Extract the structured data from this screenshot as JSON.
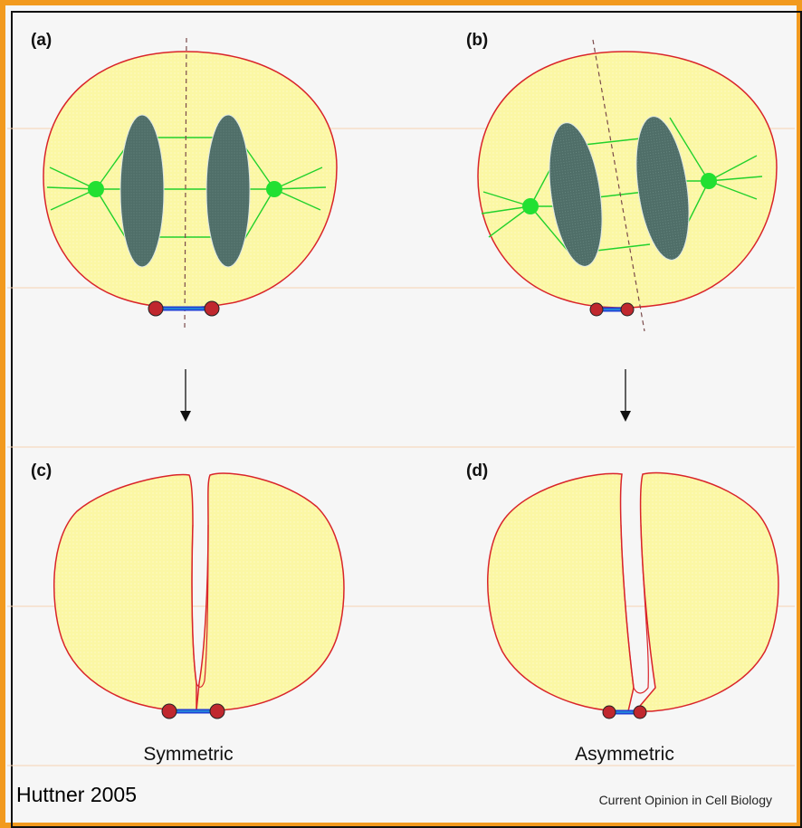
{
  "panels": {
    "a": {
      "label": "(a)"
    },
    "b": {
      "label": "(b)"
    },
    "c": {
      "label": "(c)",
      "caption": "Symmetric"
    },
    "d": {
      "label": "(d)",
      "caption": "Asymmetric"
    }
  },
  "footer": {
    "credit": "Huttner 2005",
    "journal": "Current Opinion in Cell Biology"
  },
  "colors": {
    "frame": "#f29a1e",
    "cell_fill": "#fbf7a4",
    "cell_outline": "#d9242a",
    "chromatin": "#4f6e68",
    "spindle": "#22d12c",
    "junction": "#1f3fd6",
    "junction_end": "#c0282e"
  }
}
